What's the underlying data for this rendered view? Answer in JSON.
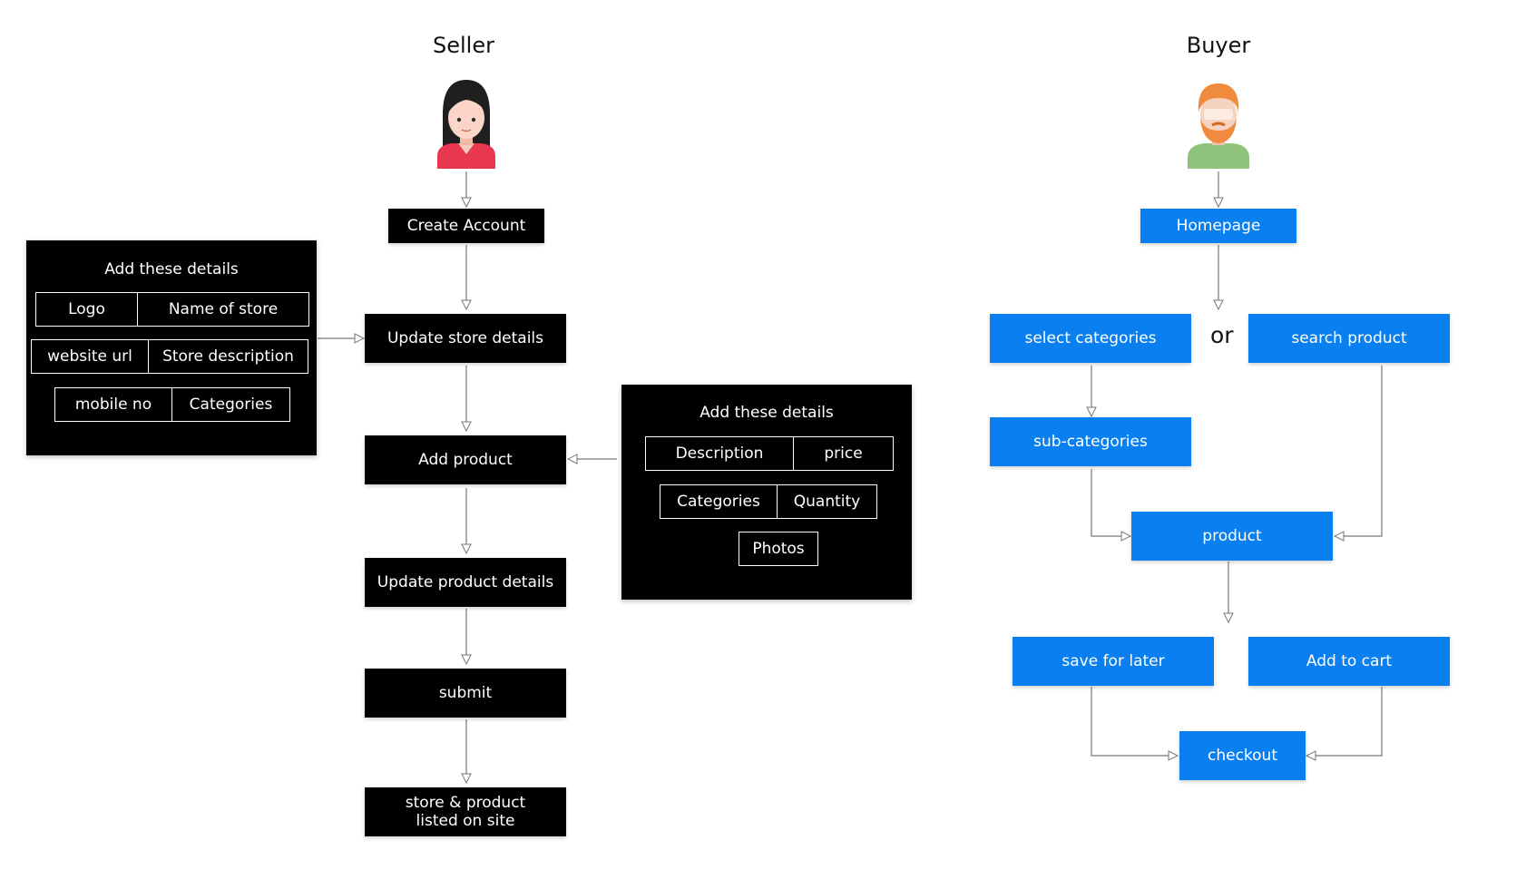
{
  "seller": {
    "title": "Seller",
    "nodes": {
      "create_account": "Create Account",
      "update_store": "Update store details",
      "add_product": "Add product",
      "update_product": "Update product details",
      "submit": "submit",
      "listed": "store & product\nlisted on site"
    },
    "store_panel": {
      "title": "Add these details",
      "rows": [
        [
          "Logo",
          "Name of store"
        ],
        [
          "website url",
          "Store description"
        ],
        [
          "mobile no",
          "Categories"
        ]
      ]
    },
    "product_panel": {
      "title": "Add these details",
      "rows": [
        [
          "Description",
          "price"
        ],
        [
          "Categories",
          "Quantity"
        ],
        [
          "Photos"
        ]
      ]
    }
  },
  "buyer": {
    "title": "Buyer",
    "or_label": "or",
    "nodes": {
      "homepage": "Homepage",
      "select_categories": "select categories",
      "search_product": "search product",
      "sub_categories": "sub-categories",
      "product": "product",
      "save_for_later": "save for later",
      "add_to_cart": "Add to cart",
      "checkout": "checkout"
    }
  },
  "colors": {
    "dark_node": "#000000",
    "blue_node": "#0a7ff0",
    "connector": "#777777",
    "seller_hair": "#1f1f1f",
    "seller_shirt": "#e8384f",
    "buyer_hair": "#f08a3c",
    "buyer_shirt": "#8fc27a"
  },
  "icons": {
    "seller": "woman-avatar-icon",
    "buyer": "bearded-man-avatar-icon"
  }
}
